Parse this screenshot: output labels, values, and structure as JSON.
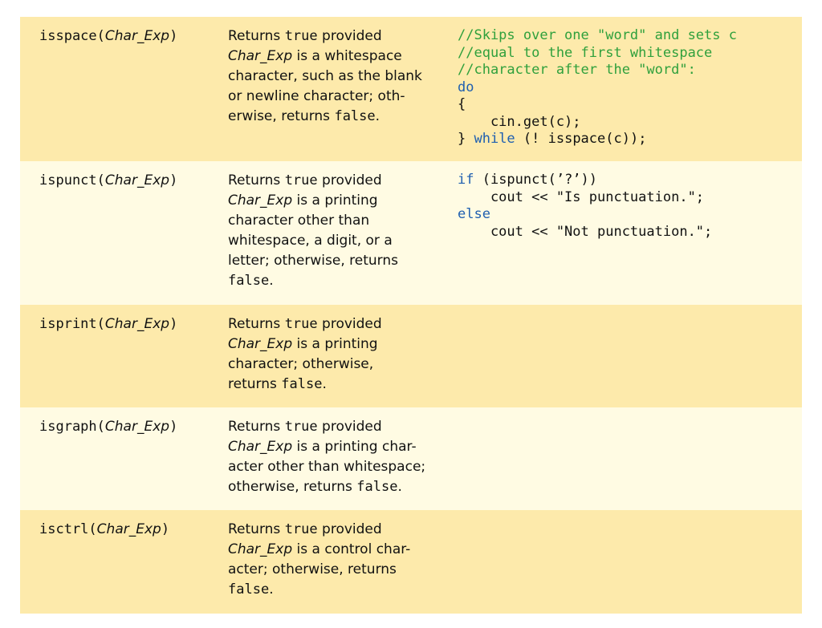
{
  "rows": [
    {
      "fn": "isspace",
      "arg": "Char_Exp",
      "desc": [
        [
          {
            "t": "Returns "
          },
          {
            "c": "true"
          },
          {
            "t": " provided"
          }
        ],
        [
          {
            "i": "Char_Exp"
          },
          {
            "t": " is a whitespace"
          }
        ],
        [
          {
            "t": "character, such as the blank"
          }
        ],
        [
          {
            "t": "or newline character; oth-"
          }
        ],
        [
          {
            "t": "erwise, returns "
          },
          {
            "c": "false"
          },
          {
            "t": "."
          }
        ]
      ],
      "example": [
        [
          {
            "cm": "//Skips over one \"word\" and sets c"
          }
        ],
        [
          {
            "cm": "//equal to the first whitespace"
          }
        ],
        [
          {
            "cm": "//character after the \"word\":"
          }
        ],
        [
          {
            "kw": "do"
          }
        ],
        [
          {
            "t": "{"
          }
        ],
        [
          {
            "t": "    cin.get(c);"
          }
        ],
        [
          {
            "t": "} "
          },
          {
            "kw": "while"
          },
          {
            "t": " (! isspace(c));"
          }
        ]
      ]
    },
    {
      "fn": "ispunct",
      "arg": "Char_Exp",
      "desc": [
        [
          {
            "t": "Returns "
          },
          {
            "c": "true"
          },
          {
            "t": " provided"
          }
        ],
        [
          {
            "i": "Char_Exp"
          },
          {
            "t": " is a printing"
          }
        ],
        [
          {
            "t": "character other than"
          }
        ],
        [
          {
            "t": "whitespace, a digit, or a"
          }
        ],
        [
          {
            "t": "letter; otherwise, returns"
          }
        ],
        [
          {
            "c": "false"
          },
          {
            "t": "."
          }
        ]
      ],
      "example": [
        [
          {
            "kw": "if"
          },
          {
            "t": " (ispunct(’?’))"
          }
        ],
        [
          {
            "t": "    cout << \"Is punctuation.\";"
          }
        ],
        [
          {
            "kw": "else"
          }
        ],
        [
          {
            "t": "    cout << \"Not punctuation.\";"
          }
        ]
      ]
    },
    {
      "fn": "isprint",
      "arg": "Char_Exp",
      "desc": [
        [
          {
            "t": "Returns "
          },
          {
            "c": "true"
          },
          {
            "t": " provided"
          }
        ],
        [
          {
            "i": "Char_Exp"
          },
          {
            "t": " is a printing"
          }
        ],
        [
          {
            "t": "character; otherwise,"
          }
        ],
        [
          {
            "t": "returns "
          },
          {
            "c": "false"
          },
          {
            "t": "."
          }
        ]
      ],
      "example": []
    },
    {
      "fn": "isgraph",
      "arg": "Char_Exp",
      "desc": [
        [
          {
            "t": "Returns "
          },
          {
            "c": "true"
          },
          {
            "t": " provided"
          }
        ],
        [
          {
            "i": "Char_Exp"
          },
          {
            "t": " is a printing char-"
          }
        ],
        [
          {
            "t": "acter other than whitespace;"
          }
        ],
        [
          {
            "t": "otherwise, returns "
          },
          {
            "c": "false"
          },
          {
            "t": "."
          }
        ]
      ],
      "example": []
    },
    {
      "fn": "isctrl",
      "arg": "Char_Exp",
      "desc": [
        [
          {
            "t": "Returns "
          },
          {
            "c": "true"
          },
          {
            "t": " provided"
          }
        ],
        [
          {
            "i": "Char_Exp"
          },
          {
            "t": " is a control char-"
          }
        ],
        [
          {
            "t": "acter; otherwise, returns"
          }
        ],
        [
          {
            "c": "false"
          },
          {
            "t": "."
          }
        ]
      ],
      "example": []
    }
  ],
  "colors": {
    "row_dark": "#fdeaab",
    "row_light": "#fffbe3",
    "comment": "#2fa03c",
    "keyword": "#1f5fb0"
  }
}
